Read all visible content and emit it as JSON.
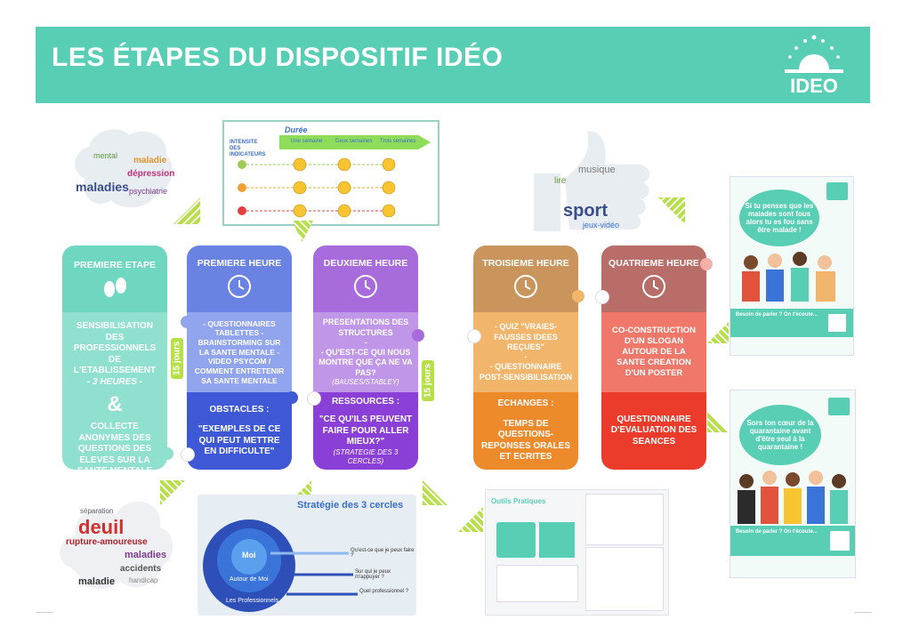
{
  "banner": {
    "title": "LES ÉTAPES DU DISPOSITIF IDÉO",
    "logo_text": "IDEO"
  },
  "colors": {
    "teal": "#58cfb4",
    "green_chev": "#b7df4a"
  },
  "stages": {
    "s1": {
      "head": "PREMIERE ETAPE",
      "body1": "SENSIBILISATION DES PROFESSIONNELS DE L'ETABLISSEMENT",
      "body1b": "- 3 HEURES -",
      "amp": "&",
      "body2": "COLLECTE ANONYMES DES QUESTIONS DES ELEVES SUR LA SANTE MENTALE"
    },
    "s2": {
      "head": "PREMIERE HEURE",
      "body": "- QUESTIONNAIRES TABLETTES - BRAINSTORMING SUR LA SANTE MENTALE - VIDEO PSYCOM / COMMENT ENTRETENIR SA SANTE MENTALE",
      "sub": "OBSTACLES :",
      "sub_body": "\"EXEMPLES DE CE QUI PEUT METTRE EN DIFFICULTE\""
    },
    "s3": {
      "head": "DEUXIEME HEURE",
      "body": "PRESENTATIONS DES STRUCTURES",
      "body_dash": "-",
      "body2": "- QU'EST-CE QUI NOUS MONTRE QUE ÇA NE VA PAS?",
      "body2_small": "(BAUSES/STABLEY)",
      "sub": "RESSOURCES :",
      "sub_body": "\"CE QU'ILS PEUVENT FAIRE POUR ALLER MIEUX?\"",
      "sub_small": "(STRATEGIE DES 3 CERCLES)"
    },
    "s4": {
      "head": "TROISIEME HEURE",
      "body": "- QUIZ \"VRAIES-FAUSSES IDEES REÇUES\"",
      "body_dash": "-",
      "body2": "- QUESTIONNAIRE POST-SENSIBILISATION",
      "sub": "ECHANGES :",
      "sub_body": "TEMPS DE QUESTIONS-REPONSES ORALES ET ECRITES"
    },
    "s5": {
      "head": "QUATRIEME HEURE",
      "body": "CO-CONSTRUCTION D'UN SLOGAN AUTOUR DE LA SANTE CREATION D'UN POSTER",
      "sub": "QUESTIONNAIRE D'EVALUATION DES SEANCES"
    }
  },
  "tags": {
    "t1": "15 jours",
    "t2": "15 jours"
  },
  "indicators": {
    "title": "INTENSITE DES INDICATEURS",
    "duree": "Durée",
    "cols": [
      "Une semaine",
      "Deux semaines",
      "Trois semaines"
    ]
  },
  "wordclouds": {
    "brain": [
      "maladies",
      "psychiatrie",
      "dépression",
      "maladie",
      "mental"
    ],
    "thumb": [
      "sport",
      "jeux-vidéo",
      "musique",
      "lire"
    ],
    "cloud": [
      "deuil",
      "rupture-amoureuse",
      "maladies",
      "accidents",
      "séparation",
      "handicap",
      "maladie"
    ]
  },
  "strategy": {
    "title": "Stratégie des 3 cercles",
    "moi": "Moi",
    "autour": "Autour de Moi",
    "pros": "Les Professionnels",
    "q1": "Qu'est-ce que je peux faire ?",
    "q2": "Sur qui je peux m'appuyer ?",
    "q3": "Quel professionnel ?"
  },
  "tools": {
    "title": "Outils Pratiques"
  },
  "posters": {
    "p1": {
      "bubble": "Si tu penses que les malades sont fous alors tu es fou sans être malade !",
      "footer": "Besoin de parler ? On t'écoute..."
    },
    "p2": {
      "bubble": "Sors ton cœur de la quarantaine avant d'être seul à la quarantaine !",
      "footer": "Besoin de parler ? On t'écoute..."
    }
  }
}
